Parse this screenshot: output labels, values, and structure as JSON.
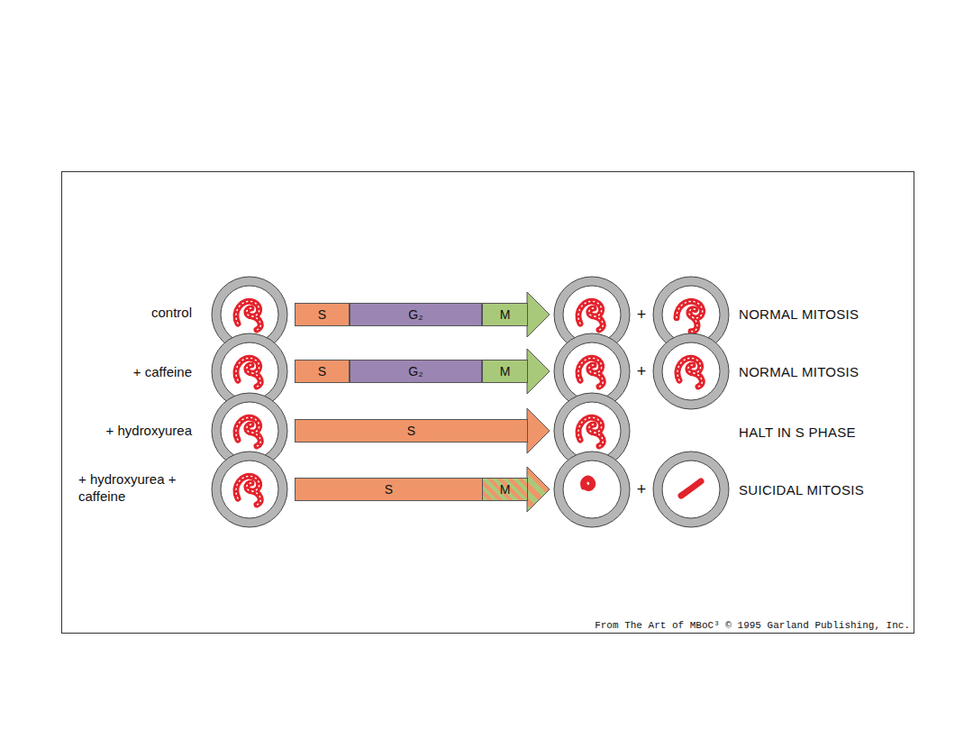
{
  "diagram": {
    "nodes": [
      {
        "text": [
          "S"
        ]
      },
      {
        "text": [
          "G₂"
        ]
      },
      {
        "text": [
          "M"
        ]
      },
      {
        "text": [
          "S"
        ]
      },
      {
        "text": [
          "G₂"
        ]
      },
      {
        "text": [
          "M"
        ]
      },
      {
        "text": [
          "S"
        ]
      },
      {
        "text": [
          "S"
        ]
      },
      {
        "text": [
          "M"
        ]
      }
    ],
    "labels": [
      "control",
      "+",
      "NORMAL MITOSIS",
      "+ caffeine",
      "+",
      "NORMAL MITOSIS",
      "+ hydroxyurea",
      "HALT IN S PHASE",
      "+ hydroxyurea + caffeine",
      "+",
      "SUICIDAL MITOSIS",
      "From The Art of MBoC³ © 1995 Garland Publishing, Inc."
    ]
  }
}
